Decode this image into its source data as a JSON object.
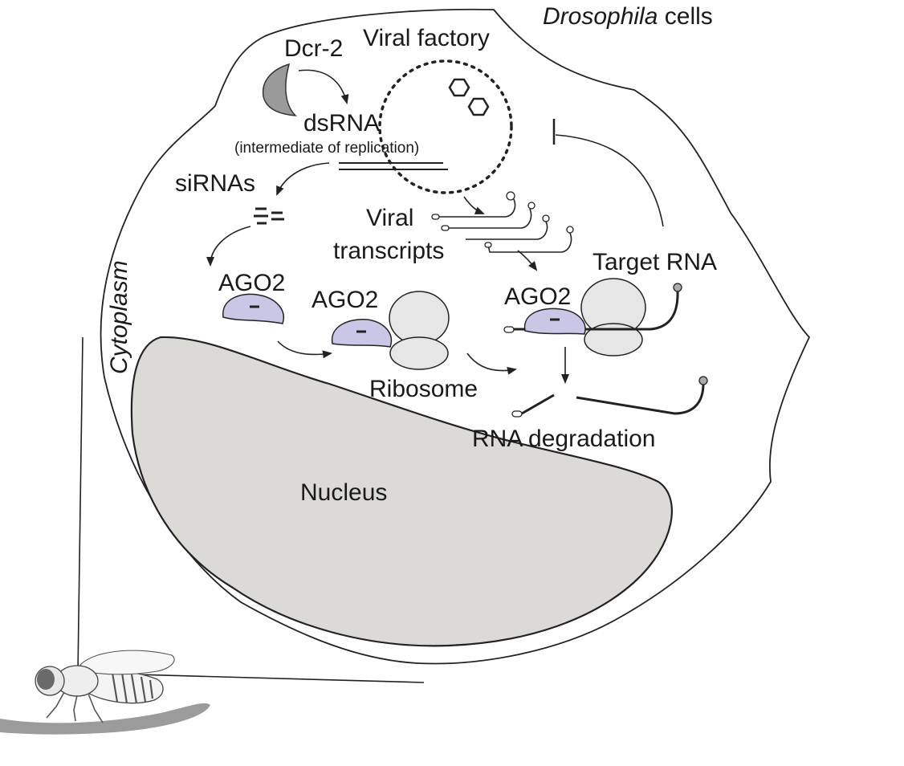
{
  "header": {
    "organism_italic": "Drosophila",
    "organism_rest": " cells"
  },
  "labels": {
    "dcr2": "Dcr-2",
    "viral_factory": "Viral factory",
    "dsrna": "dsRNA",
    "dsrna_note": "(intermediate of replication)",
    "sirnas": "siRNAs",
    "viral_transcripts_line1": "Viral",
    "viral_transcripts_line2": "transcripts",
    "target_rna": "Target RNA",
    "cytoplasm": "Cytoplasm",
    "ago2_free": "AGO2",
    "ago2_ribosome": "AGO2",
    "ago2_target": "AGO2",
    "ribosome": "Ribosome",
    "rna_degradation": "RNA degradation",
    "nucleus": "Nucleus"
  },
  "colors": {
    "ago2_fill": "#c9c6e6",
    "ribosome_fill": "#e6e6e6",
    "nucleus_fill": "#dcdad6",
    "dcr2_fill": "#9a9a9a",
    "ground": "#9b9b9b"
  }
}
